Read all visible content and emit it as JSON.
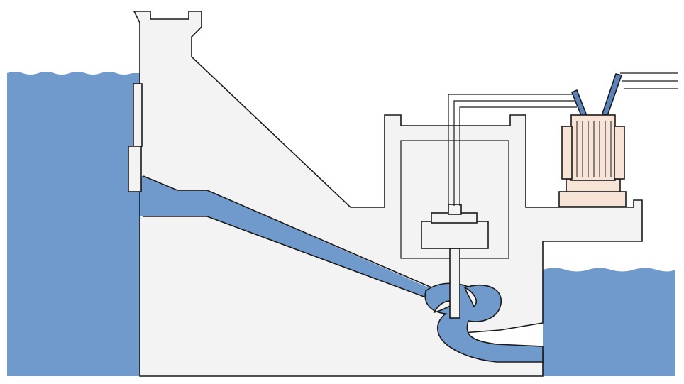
{
  "diagram": {
    "type": "hydroelectric-dam-cross-section",
    "labels": []
  },
  "colors": {
    "water": "#7099cc",
    "structure": "#f3f3f3",
    "outline": "#1a1a1a",
    "transformer_body": "#f7e4d6",
    "transformer_bushing": "#5a82bb",
    "background": "#ffffff"
  },
  "icons": [
    "reservoir",
    "dam",
    "intake-gate",
    "penstock",
    "turbine",
    "generator",
    "powerhouse",
    "transformer",
    "power-lines",
    "tailrace"
  ]
}
